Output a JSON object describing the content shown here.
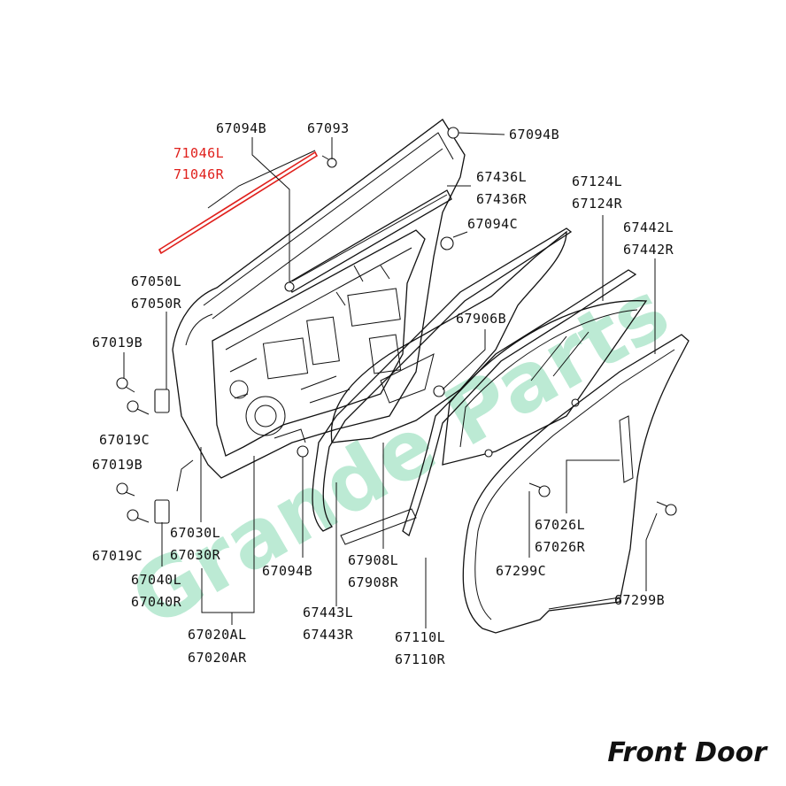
{
  "caption": "Front Door",
  "watermark": "Grande Parts",
  "colors": {
    "highlight": "#e0201c",
    "watermark": "#2fbf78",
    "ink": "#111111"
  },
  "labels": {
    "p67094b_top": "67094B",
    "p67093": "67093",
    "p71046l": "71046L",
    "p71046r": "71046R",
    "p67094b_right": "67094B",
    "p67436l": "67436L",
    "p67436r": "67436R",
    "p67124l": "67124L",
    "p67124r": "67124R",
    "p67094c": "67094C",
    "p67442l": "67442L",
    "p67442r": "67442R",
    "p67050l": "67050L",
    "p67050r": "67050R",
    "p67906b": "67906B",
    "p67019b_1": "67019B",
    "p67019c_1": "67019C",
    "p67019b_2": "67019B",
    "p67019c_2": "67019C",
    "p67030l": "67030L",
    "p67030r": "67030R",
    "p67040l": "67040L",
    "p67040r": "67040R",
    "p67094b_bottom": "67094B",
    "p67908l": "67908L",
    "p67908r": "67908R",
    "p67026l": "67026L",
    "p67026r": "67026R",
    "p67299c": "67299C",
    "p67299b": "67299B",
    "p67443l": "67443L",
    "p67443r": "67443R",
    "p67020al": "67020AL",
    "p67020ar": "67020AR",
    "p67110l": "67110L",
    "p67110r": "67110R"
  }
}
